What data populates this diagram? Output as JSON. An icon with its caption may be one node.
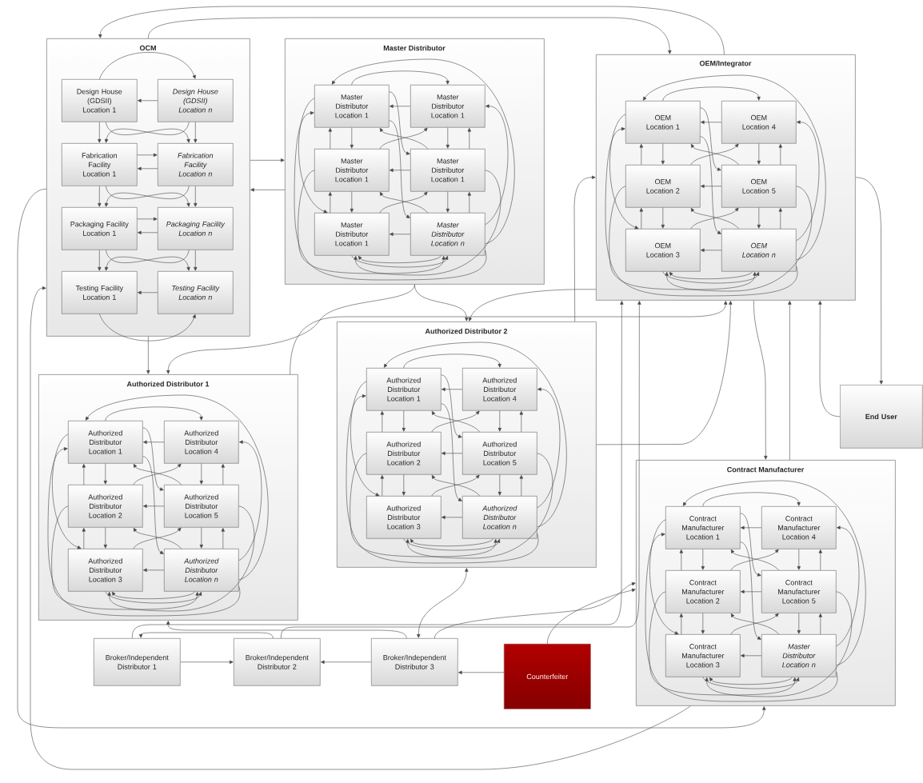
{
  "diagram": {
    "nodes": [
      {
        "text": [
          "OCM"
        ]
      },
      {
        "text": [
          "Design House (GDSII) Location 1"
        ],
        "in": 0
      },
      {
        "text": [
          "Design House (GDSII) Location n"
        ],
        "in": 0
      },
      {
        "text": [
          "Fabrication Facility Location 1"
        ],
        "in": 0
      },
      {
        "text": [
          "Fabrication Facility Location n"
        ],
        "in": 0
      },
      {
        "text": [
          "Packaging Facility Location 1"
        ],
        "in": 0
      },
      {
        "text": [
          "Packaging Facility Location n"
        ],
        "in": 0
      },
      {
        "text": [
          "Testing Facility Location 1"
        ],
        "in": 0
      },
      {
        "text": [
          "Testing Facility Location n"
        ],
        "in": 0
      },
      {
        "text": [
          "Master Distributor"
        ]
      },
      {
        "text": [
          "Master Distributor Location 1"
        ],
        "in": 9
      },
      {
        "text": [
          "Master Distributor Location 1"
        ],
        "in": 9
      },
      {
        "text": [
          "Master Distributor Location 1"
        ],
        "in": 9
      },
      {
        "text": [
          "Master Distributor Location 1"
        ],
        "in": 9
      },
      {
        "text": [
          "Master Distributor Location 1"
        ],
        "in": 9
      },
      {
        "text": [
          "Master Distributor Location n"
        ],
        "in": 9
      },
      {
        "text": [
          "OEM/Integrator"
        ]
      },
      {
        "text": [
          "OEM Location 1"
        ],
        "in": 16
      },
      {
        "text": [
          "OEM Location 4"
        ],
        "in": 16
      },
      {
        "text": [
          "OEM Location 2"
        ],
        "in": 16
      },
      {
        "text": [
          "OEM Location 5"
        ],
        "in": 16
      },
      {
        "text": [
          "OEM Location 3"
        ],
        "in": 16
      },
      {
        "text": [
          "OEM Location n"
        ],
        "in": 16
      },
      {
        "text": [
          "Authorized Distributor 1"
        ]
      },
      {
        "text": [
          "Authorized Distributor Location 1"
        ],
        "in": 23
      },
      {
        "text": [
          "Authorized Distributor Location 4"
        ],
        "in": 23
      },
      {
        "text": [
          "Authorized Distributor Location 2"
        ],
        "in": 23
      },
      {
        "text": [
          "Authorized Distributor Location 5"
        ],
        "in": 23
      },
      {
        "text": [
          "Authorized Distributor Location 3"
        ],
        "in": 23
      },
      {
        "text": [
          "Authorized Distributor Location n"
        ],
        "in": 23
      },
      {
        "text": [
          "Authorized Distributor 2"
        ]
      },
      {
        "text": [
          "Authorized Distributor Location 1"
        ],
        "in": 30
      },
      {
        "text": [
          "Authorized Distributor Location 4"
        ],
        "in": 30
      },
      {
        "text": [
          "Authorized Distributor Location 2"
        ],
        "in": 30
      },
      {
        "text": [
          "Authorized Distributor Location 5"
        ],
        "in": 30
      },
      {
        "text": [
          "Authorized Distributor Location 3"
        ],
        "in": 30
      },
      {
        "text": [
          "Authorized Distributor Location n"
        ],
        "in": 30
      },
      {
        "text": [
          "End User"
        ]
      },
      {
        "text": [
          "Contract Manufacturer"
        ]
      },
      {
        "text": [
          "Contract Manufacturer Location 1"
        ],
        "in": 38
      },
      {
        "text": [
          "Contract Manufacturer Location 4"
        ],
        "in": 38
      },
      {
        "text": [
          "Contract Manufacturer Location 2"
        ],
        "in": 38
      },
      {
        "text": [
          "Contract Manufacturer Location 5"
        ],
        "in": 38
      },
      {
        "text": [
          "Contract Manufacturer Location 3"
        ],
        "in": 38
      },
      {
        "text": [
          "Master Distributor Location n"
        ],
        "in": 38
      },
      {
        "text": [
          "Broker/Independent Distributor 1"
        ]
      },
      {
        "text": [
          "Broker/Independent Distributor 2"
        ]
      },
      {
        "text": [
          "Broker/Independent Distributor 3"
        ]
      },
      {
        "text": [
          "Counterfeiter"
        ]
      }
    ],
    "edges": [
      {
        "from": 1,
        "to": 2,
        "arrow": "to"
      },
      {
        "from": 2,
        "to": 1,
        "arrow": "to"
      },
      {
        "from": 1,
        "to": 3,
        "arrow": "to"
      },
      {
        "from": 1,
        "to": 4,
        "arrow": "to"
      },
      {
        "from": 2,
        "to": 4,
        "arrow": "to"
      },
      {
        "from": 2,
        "to": 3,
        "arrow": "to"
      },
      {
        "from": 3,
        "to": 4,
        "arrow": "to"
      },
      {
        "from": 4,
        "to": 3,
        "arrow": "to"
      },
      {
        "from": 3,
        "to": 5,
        "arrow": "to"
      },
      {
        "from": 3,
        "to": 6,
        "arrow": "to"
      },
      {
        "from": 4,
        "to": 6,
        "arrow": "to"
      },
      {
        "from": 4,
        "to": 5,
        "arrow": "to"
      },
      {
        "from": 5,
        "to": 6,
        "arrow": "to"
      },
      {
        "from": 6,
        "to": 5,
        "arrow": "to"
      },
      {
        "from": 5,
        "to": 7,
        "arrow": "to"
      },
      {
        "from": 5,
        "to": 8,
        "arrow": "to"
      },
      {
        "from": 6,
        "to": 8,
        "arrow": "to"
      },
      {
        "from": 6,
        "to": 7,
        "arrow": "to"
      },
      {
        "from": 8,
        "to": 7,
        "arrow": "to"
      },
      {
        "from": 7,
        "to": 8,
        "arrow": "to"
      },
      {
        "from": 11,
        "to": 10,
        "arrow": "to"
      },
      {
        "from": 13,
        "to": 12,
        "arrow": "to"
      },
      {
        "from": 15,
        "to": 14,
        "arrow": "to"
      },
      {
        "from": 12,
        "to": 10,
        "arrow": "to"
      },
      {
        "from": 10,
        "to": 12,
        "arrow": "to"
      },
      {
        "from": 14,
        "to": 12,
        "arrow": "to"
      },
      {
        "from": 12,
        "to": 14,
        "arrow": "to"
      },
      {
        "from": 13,
        "to": 11,
        "arrow": "to"
      },
      {
        "from": 11,
        "to": 13,
        "arrow": "to"
      },
      {
        "from": 15,
        "to": 13,
        "arrow": "to"
      },
      {
        "from": 13,
        "to": 15,
        "arrow": "to"
      },
      {
        "from": 10,
        "to": 11,
        "arrow": "to"
      },
      {
        "from": 15,
        "to": 10,
        "arrow": "to"
      },
      {
        "from": 15,
        "to": 11,
        "arrow": "to"
      },
      {
        "from": 10,
        "to": 13,
        "arrow": "to"
      },
      {
        "from": 10,
        "to": 15,
        "arrow": "to"
      },
      {
        "from": 13,
        "to": 10,
        "arrow": "to"
      },
      {
        "from": 12,
        "to": 11,
        "arrow": "to"
      },
      {
        "from": 14,
        "to": 13,
        "arrow": "to"
      },
      {
        "from": 15,
        "to": 12,
        "arrow": "to"
      },
      {
        "from": 10,
        "to": 14,
        "arrow": "to"
      },
      {
        "from": 15,
        "to": 10,
        "arrow": "to"
      },
      {
        "from": 12,
        "to": 15,
        "arrow": "to"
      },
      {
        "from": 13,
        "to": 14,
        "arrow": "to"
      },
      {
        "from": 14,
        "to": 15,
        "arrow": "to"
      },
      {
        "from": 15,
        "to": 14,
        "arrow": "to"
      },
      {
        "from": 18,
        "to": 17,
        "arrow": "to"
      },
      {
        "from": 20,
        "to": 19,
        "arrow": "to"
      },
      {
        "from": 22,
        "to": 21,
        "arrow": "to"
      },
      {
        "from": 19,
        "to": 17,
        "arrow": "to"
      },
      {
        "from": 17,
        "to": 19,
        "arrow": "to"
      },
      {
        "from": 21,
        "to": 19,
        "arrow": "to"
      },
      {
        "from": 19,
        "to": 21,
        "arrow": "to"
      },
      {
        "from": 20,
        "to": 18,
        "arrow": "to"
      },
      {
        "from": 18,
        "to": 20,
        "arrow": "to"
      },
      {
        "from": 22,
        "to": 20,
        "arrow": "to"
      },
      {
        "from": 20,
        "to": 22,
        "arrow": "to"
      },
      {
        "from": 17,
        "to": 18,
        "arrow": "to"
      },
      {
        "from": 22,
        "to": 17,
        "arrow": "to"
      },
      {
        "from": 22,
        "to": 18,
        "arrow": "to"
      },
      {
        "from": 17,
        "to": 20,
        "arrow": "to"
      },
      {
        "from": 17,
        "to": 22,
        "arrow": "to"
      },
      {
        "from": 20,
        "to": 17,
        "arrow": "to"
      },
      {
        "from": 19,
        "to": 18,
        "arrow": "to"
      },
      {
        "from": 21,
        "to": 20,
        "arrow": "to"
      },
      {
        "from": 22,
        "to": 19,
        "arrow": "to"
      },
      {
        "from": 17,
        "to": 21,
        "arrow": "to"
      },
      {
        "from": 22,
        "to": 17,
        "arrow": "to"
      },
      {
        "from": 19,
        "to": 22,
        "arrow": "to"
      },
      {
        "from": 20,
        "to": 21,
        "arrow": "to"
      },
      {
        "from": 21,
        "to": 22,
        "arrow": "to"
      },
      {
        "from": 22,
        "to": 21,
        "arrow": "to"
      },
      {
        "from": 25,
        "to": 24,
        "arrow": "to"
      },
      {
        "from": 27,
        "to": 26,
        "arrow": "to"
      },
      {
        "from": 29,
        "to": 28,
        "arrow": "to"
      },
      {
        "from": 26,
        "to": 24,
        "arrow": "to"
      },
      {
        "from": 24,
        "to": 26,
        "arrow": "to"
      },
      {
        "from": 28,
        "to": 26,
        "arrow": "to"
      },
      {
        "from": 26,
        "to": 28,
        "arrow": "to"
      },
      {
        "from": 27,
        "to": 25,
        "arrow": "to"
      },
      {
        "from": 25,
        "to": 27,
        "arrow": "to"
      },
      {
        "from": 29,
        "to": 27,
        "arrow": "to"
      },
      {
        "from": 27,
        "to": 29,
        "arrow": "to"
      },
      {
        "from": 24,
        "to": 25,
        "arrow": "to"
      },
      {
        "from": 29,
        "to": 24,
        "arrow": "to"
      },
      {
        "from": 29,
        "to": 25,
        "arrow": "to"
      },
      {
        "from": 24,
        "to": 27,
        "arrow": "to"
      },
      {
        "from": 24,
        "to": 29,
        "arrow": "to"
      },
      {
        "from": 27,
        "to": 24,
        "arrow": "to"
      },
      {
        "from": 26,
        "to": 25,
        "arrow": "to"
      },
      {
        "from": 28,
        "to": 27,
        "arrow": "to"
      },
      {
        "from": 29,
        "to": 26,
        "arrow": "to"
      },
      {
        "from": 24,
        "to": 28,
        "arrow": "to"
      },
      {
        "from": 29,
        "to": 24,
        "arrow": "to"
      },
      {
        "from": 26,
        "to": 29,
        "arrow": "to"
      },
      {
        "from": 27,
        "to": 28,
        "arrow": "to"
      },
      {
        "from": 28,
        "to": 29,
        "arrow": "to"
      },
      {
        "from": 29,
        "to": 28,
        "arrow": "to"
      },
      {
        "from": 32,
        "to": 31,
        "arrow": "to"
      },
      {
        "from": 34,
        "to": 33,
        "arrow": "to"
      },
      {
        "from": 36,
        "to": 35,
        "arrow": "to"
      },
      {
        "from": 33,
        "to": 31,
        "arrow": "to"
      },
      {
        "from": 31,
        "to": 33,
        "arrow": "to"
      },
      {
        "from": 35,
        "to": 33,
        "arrow": "to"
      },
      {
        "from": 33,
        "to": 35,
        "arrow": "to"
      },
      {
        "from": 34,
        "to": 32,
        "arrow": "to"
      },
      {
        "from": 32,
        "to": 34,
        "arrow": "to"
      },
      {
        "from": 36,
        "to": 34,
        "arrow": "to"
      },
      {
        "from": 34,
        "to": 36,
        "arrow": "to"
      },
      {
        "from": 31,
        "to": 32,
        "arrow": "to"
      },
      {
        "from": 36,
        "to": 31,
        "arrow": "to"
      },
      {
        "from": 36,
        "to": 32,
        "arrow": "to"
      },
      {
        "from": 31,
        "to": 34,
        "arrow": "to"
      },
      {
        "from": 31,
        "to": 36,
        "arrow": "to"
      },
      {
        "from": 34,
        "to": 31,
        "arrow": "to"
      },
      {
        "from": 33,
        "to": 32,
        "arrow": "to"
      },
      {
        "from": 35,
        "to": 34,
        "arrow": "to"
      },
      {
        "from": 36,
        "to": 33,
        "arrow": "to"
      },
      {
        "from": 31,
        "to": 35,
        "arrow": "to"
      },
      {
        "from": 36,
        "to": 31,
        "arrow": "to"
      },
      {
        "from": 33,
        "to": 36,
        "arrow": "to"
      },
      {
        "from": 34,
        "to": 35,
        "arrow": "to"
      },
      {
        "from": 35,
        "to": 36,
        "arrow": "to"
      },
      {
        "from": 36,
        "to": 35,
        "arrow": "to"
      },
      {
        "from": 40,
        "to": 39,
        "arrow": "to"
      },
      {
        "from": 42,
        "to": 41,
        "arrow": "to"
      },
      {
        "from": 44,
        "to": 43,
        "arrow": "to"
      },
      {
        "from": 41,
        "to": 39,
        "arrow": "to"
      },
      {
        "from": 39,
        "to": 41,
        "arrow": "to"
      },
      {
        "from": 43,
        "to": 41,
        "arrow": "to"
      },
      {
        "from": 41,
        "to": 43,
        "arrow": "to"
      },
      {
        "from": 42,
        "to": 40,
        "arrow": "to"
      },
      {
        "from": 40,
        "to": 42,
        "arrow": "to"
      },
      {
        "from": 44,
        "to": 42,
        "arrow": "to"
      },
      {
        "from": 42,
        "to": 44,
        "arrow": "to"
      },
      {
        "from": 39,
        "to": 40,
        "arrow": "to"
      },
      {
        "from": 44,
        "to": 39,
        "arrow": "to"
      },
      {
        "from": 44,
        "to": 40,
        "arrow": "to"
      },
      {
        "from": 39,
        "to": 42,
        "arrow": "to"
      },
      {
        "from": 39,
        "to": 44,
        "arrow": "to"
      },
      {
        "from": 42,
        "to": 39,
        "arrow": "to"
      },
      {
        "from": 41,
        "to": 40,
        "arrow": "to"
      },
      {
        "from": 43,
        "to": 42,
        "arrow": "to"
      },
      {
        "from": 44,
        "to": 41,
        "arrow": "to"
      },
      {
        "from": 39,
        "to": 43,
        "arrow": "to"
      },
      {
        "from": 44,
        "to": 39,
        "arrow": "to"
      },
      {
        "from": 41,
        "to": 44,
        "arrow": "to"
      },
      {
        "from": 42,
        "to": 43,
        "arrow": "to"
      },
      {
        "from": 43,
        "to": 44,
        "arrow": "to"
      },
      {
        "from": 44,
        "to": 43,
        "arrow": "to"
      },
      {
        "from": 0,
        "to": 9,
        "arrow": "to"
      },
      {
        "from": 9,
        "to": 0,
        "arrow": "to"
      },
      {
        "from": 0,
        "to": 16,
        "arrow": "to"
      },
      {
        "from": 16,
        "to": 0,
        "arrow": "to"
      },
      {
        "from": 0,
        "to": 23,
        "arrow": "to"
      },
      {
        "from": 9,
        "to": 23,
        "arrow": "to"
      },
      {
        "from": 9,
        "to": 30,
        "arrow": "to"
      },
      {
        "from": 16,
        "to": 30,
        "arrow": "to"
      },
      {
        "from": 30,
        "to": 16,
        "arrow": "to"
      },
      {
        "from": 30,
        "to": 16,
        "arrow": "to"
      },
      {
        "from": 23,
        "to": 16,
        "arrow": "to"
      },
      {
        "from": 16,
        "to": 37,
        "arrow": "to"
      },
      {
        "from": 37,
        "to": 16,
        "arrow": "to"
      },
      {
        "from": 16,
        "to": 38,
        "arrow": "to"
      },
      {
        "from": 38,
        "to": 16,
        "arrow": "to"
      },
      {
        "from": 45,
        "to": 46,
        "arrow": "to"
      },
      {
        "from": 47,
        "to": 46,
        "arrow": "to"
      },
      {
        "from": 48,
        "to": 47,
        "arrow": "to"
      },
      {
        "from": 46,
        "to": 45,
        "arrow": "to"
      },
      {
        "from": 47,
        "to": 23,
        "arrow": "to"
      },
      {
        "from": 47,
        "to": 30,
        "arrow": "both"
      },
      {
        "from": 45,
        "to": 16,
        "arrow": "to"
      },
      {
        "from": 46,
        "to": 16,
        "arrow": "to"
      },
      {
        "from": 47,
        "to": 38,
        "arrow": "to"
      },
      {
        "from": 48,
        "to": 38,
        "arrow": "to"
      },
      {
        "from": 0,
        "to": 38,
        "arrow": "to"
      },
      {
        "from": 38,
        "to": 0,
        "arrow": "to"
      }
    ]
  }
}
